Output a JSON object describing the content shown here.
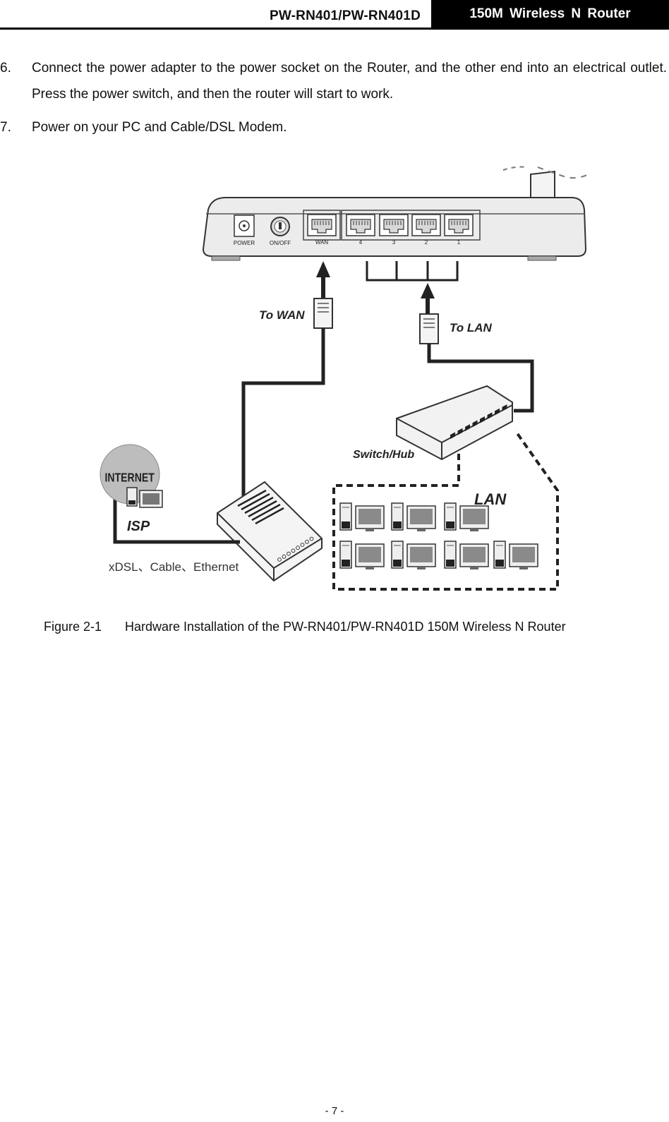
{
  "header": {
    "model": "PW-RN401/PW-RN401D",
    "product": "150M Wireless N Router"
  },
  "steps": [
    {
      "number": "6.",
      "text": "Connect the power adapter to the power socket on the Router, and the other end into an electrical outlet. Press the power switch, and then the router will start to work."
    },
    {
      "number": "7.",
      "text": "Power on your PC and Cable/DSL Modem."
    }
  ],
  "diagram": {
    "port_labels": [
      "POWER",
      "ON/OFF",
      "WAN",
      "4",
      "3",
      "2",
      "1"
    ],
    "to_wan": "To WAN",
    "to_lan": "To LAN",
    "switch_hub": "Switch/Hub",
    "lan": "LAN",
    "internet": "INTERNET",
    "isp": "ISP",
    "connection_types": "xDSL、Cable、Ethernet"
  },
  "figure": {
    "number": "Figure 2-1",
    "caption": "Hardware Installation of the PW-RN401/PW-RN401D 150M Wireless N Router"
  },
  "footer": {
    "page": "- 7 -"
  }
}
